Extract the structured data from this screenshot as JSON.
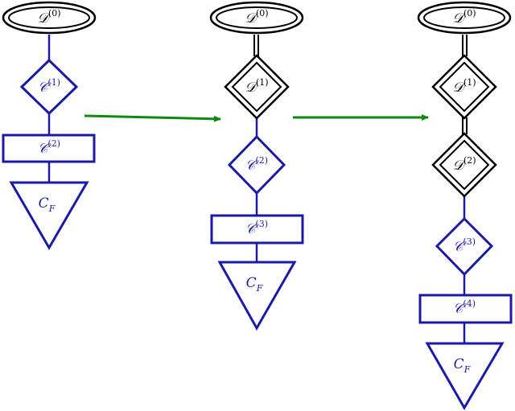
{
  "colors": {
    "blue": "#1a1aa6",
    "black": "#000000",
    "green": "#0e8a0e"
  },
  "columns": [
    {
      "d0": {
        "base": "𝒟",
        "sup": "(0)"
      },
      "c1": {
        "base": "𝒞",
        "sup": "(1)"
      },
      "c2": {
        "base": "𝒞",
        "sup": "(2)"
      },
      "cf": {
        "base": "C",
        "sub": "F"
      }
    },
    {
      "d0": {
        "base": "𝒟",
        "sup": "(0)"
      },
      "d1": {
        "base": "𝒟",
        "sup": "(1)"
      },
      "c2": {
        "base": "𝒞",
        "sup": "(2)"
      },
      "c3": {
        "base": "𝒞",
        "sup": "(3)"
      },
      "cf": {
        "base": "C",
        "sub": "F"
      }
    },
    {
      "d0": {
        "base": "𝒟",
        "sup": "(0)"
      },
      "d1": {
        "base": "𝒟",
        "sup": "(1)"
      },
      "d2": {
        "base": "𝒟",
        "sup": "(2)"
      },
      "c3": {
        "base": "𝒞",
        "sup": "(3)"
      },
      "c4": {
        "base": "𝒞",
        "sup": "(4)"
      },
      "cf": {
        "base": "C",
        "sub": "F"
      }
    }
  ]
}
